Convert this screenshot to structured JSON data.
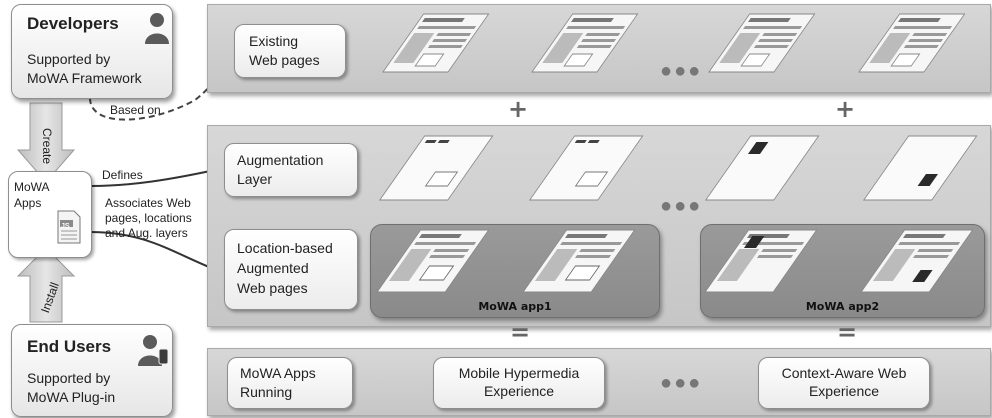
{
  "developers": {
    "title": "Developers",
    "subtitle_line1": "Supported by",
    "subtitle_line2": "MoWA Framework"
  },
  "end_users": {
    "title": "End Users",
    "subtitle_line1": "Supported by",
    "subtitle_line2": "MoWA Plug-in"
  },
  "mowa_apps": {
    "line1": "MoWA",
    "line2": "Apps",
    "file_icon_label": "JS"
  },
  "arrows": {
    "create": "Create",
    "install": "Install",
    "based_on": "Based on",
    "defines": "Defines",
    "associates_line1": "Associates Web",
    "associates_line2": "pages, locations",
    "associates_line3": "and Aug. layers"
  },
  "rows": {
    "existing_line1": "Existing",
    "existing_line2": "Web pages",
    "augmentation_line1": "Augmentation",
    "augmentation_line2": "Layer",
    "location_line1": "Location-based",
    "location_line2": "Augmented",
    "location_line3": "Web pages",
    "running_line1": "MoWA Apps",
    "running_line2": "Running"
  },
  "groups": {
    "app1": "MoWA app1",
    "app2": "MoWA app2"
  },
  "experiences": {
    "mobile_line1": "Mobile Hypermedia",
    "mobile_line2": "Experience",
    "context_line1": "Context-Aware Web",
    "context_line2": "Experience"
  },
  "operators": {
    "plus": "+",
    "equals": "=",
    "ellipsis": "●●●"
  },
  "colors": {
    "band": "#cfcfcf",
    "group": "#8f8f8f",
    "marker": "#2a2a2a",
    "arrow_fill": "#d4d4d4"
  }
}
